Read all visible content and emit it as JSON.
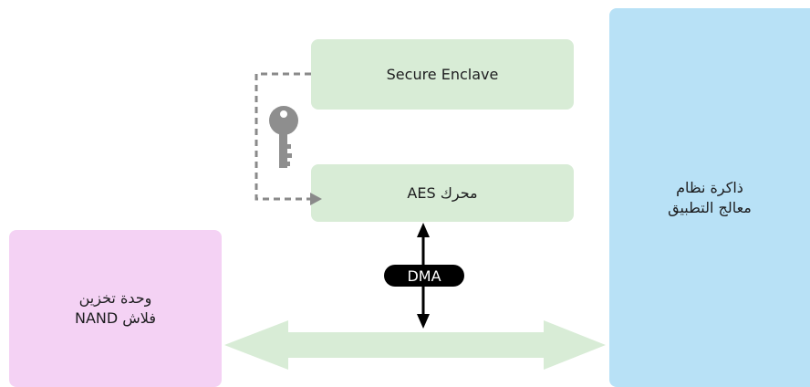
{
  "secure_enclave": {
    "label": "Secure Enclave"
  },
  "aes_engine": {
    "label": "محرك AES"
  },
  "nand_storage": {
    "line1": "وحدة تخزين",
    "line2": "فلاش NAND"
  },
  "app_memory": {
    "line1": "ذاكرة نظام",
    "line2": "معالج التطبيق"
  },
  "dma": {
    "label": "DMA"
  },
  "colors": {
    "green_box": "#d8ecd6",
    "pink_box": "#f4d2f4",
    "blue_box": "#b8e1f6",
    "dashed_line": "#8a8a8a",
    "key": "#8e8e8e",
    "bus_arrow": "#d8ecd6",
    "dma_badge": "#000000"
  },
  "icons": {
    "key": "key-icon"
  }
}
